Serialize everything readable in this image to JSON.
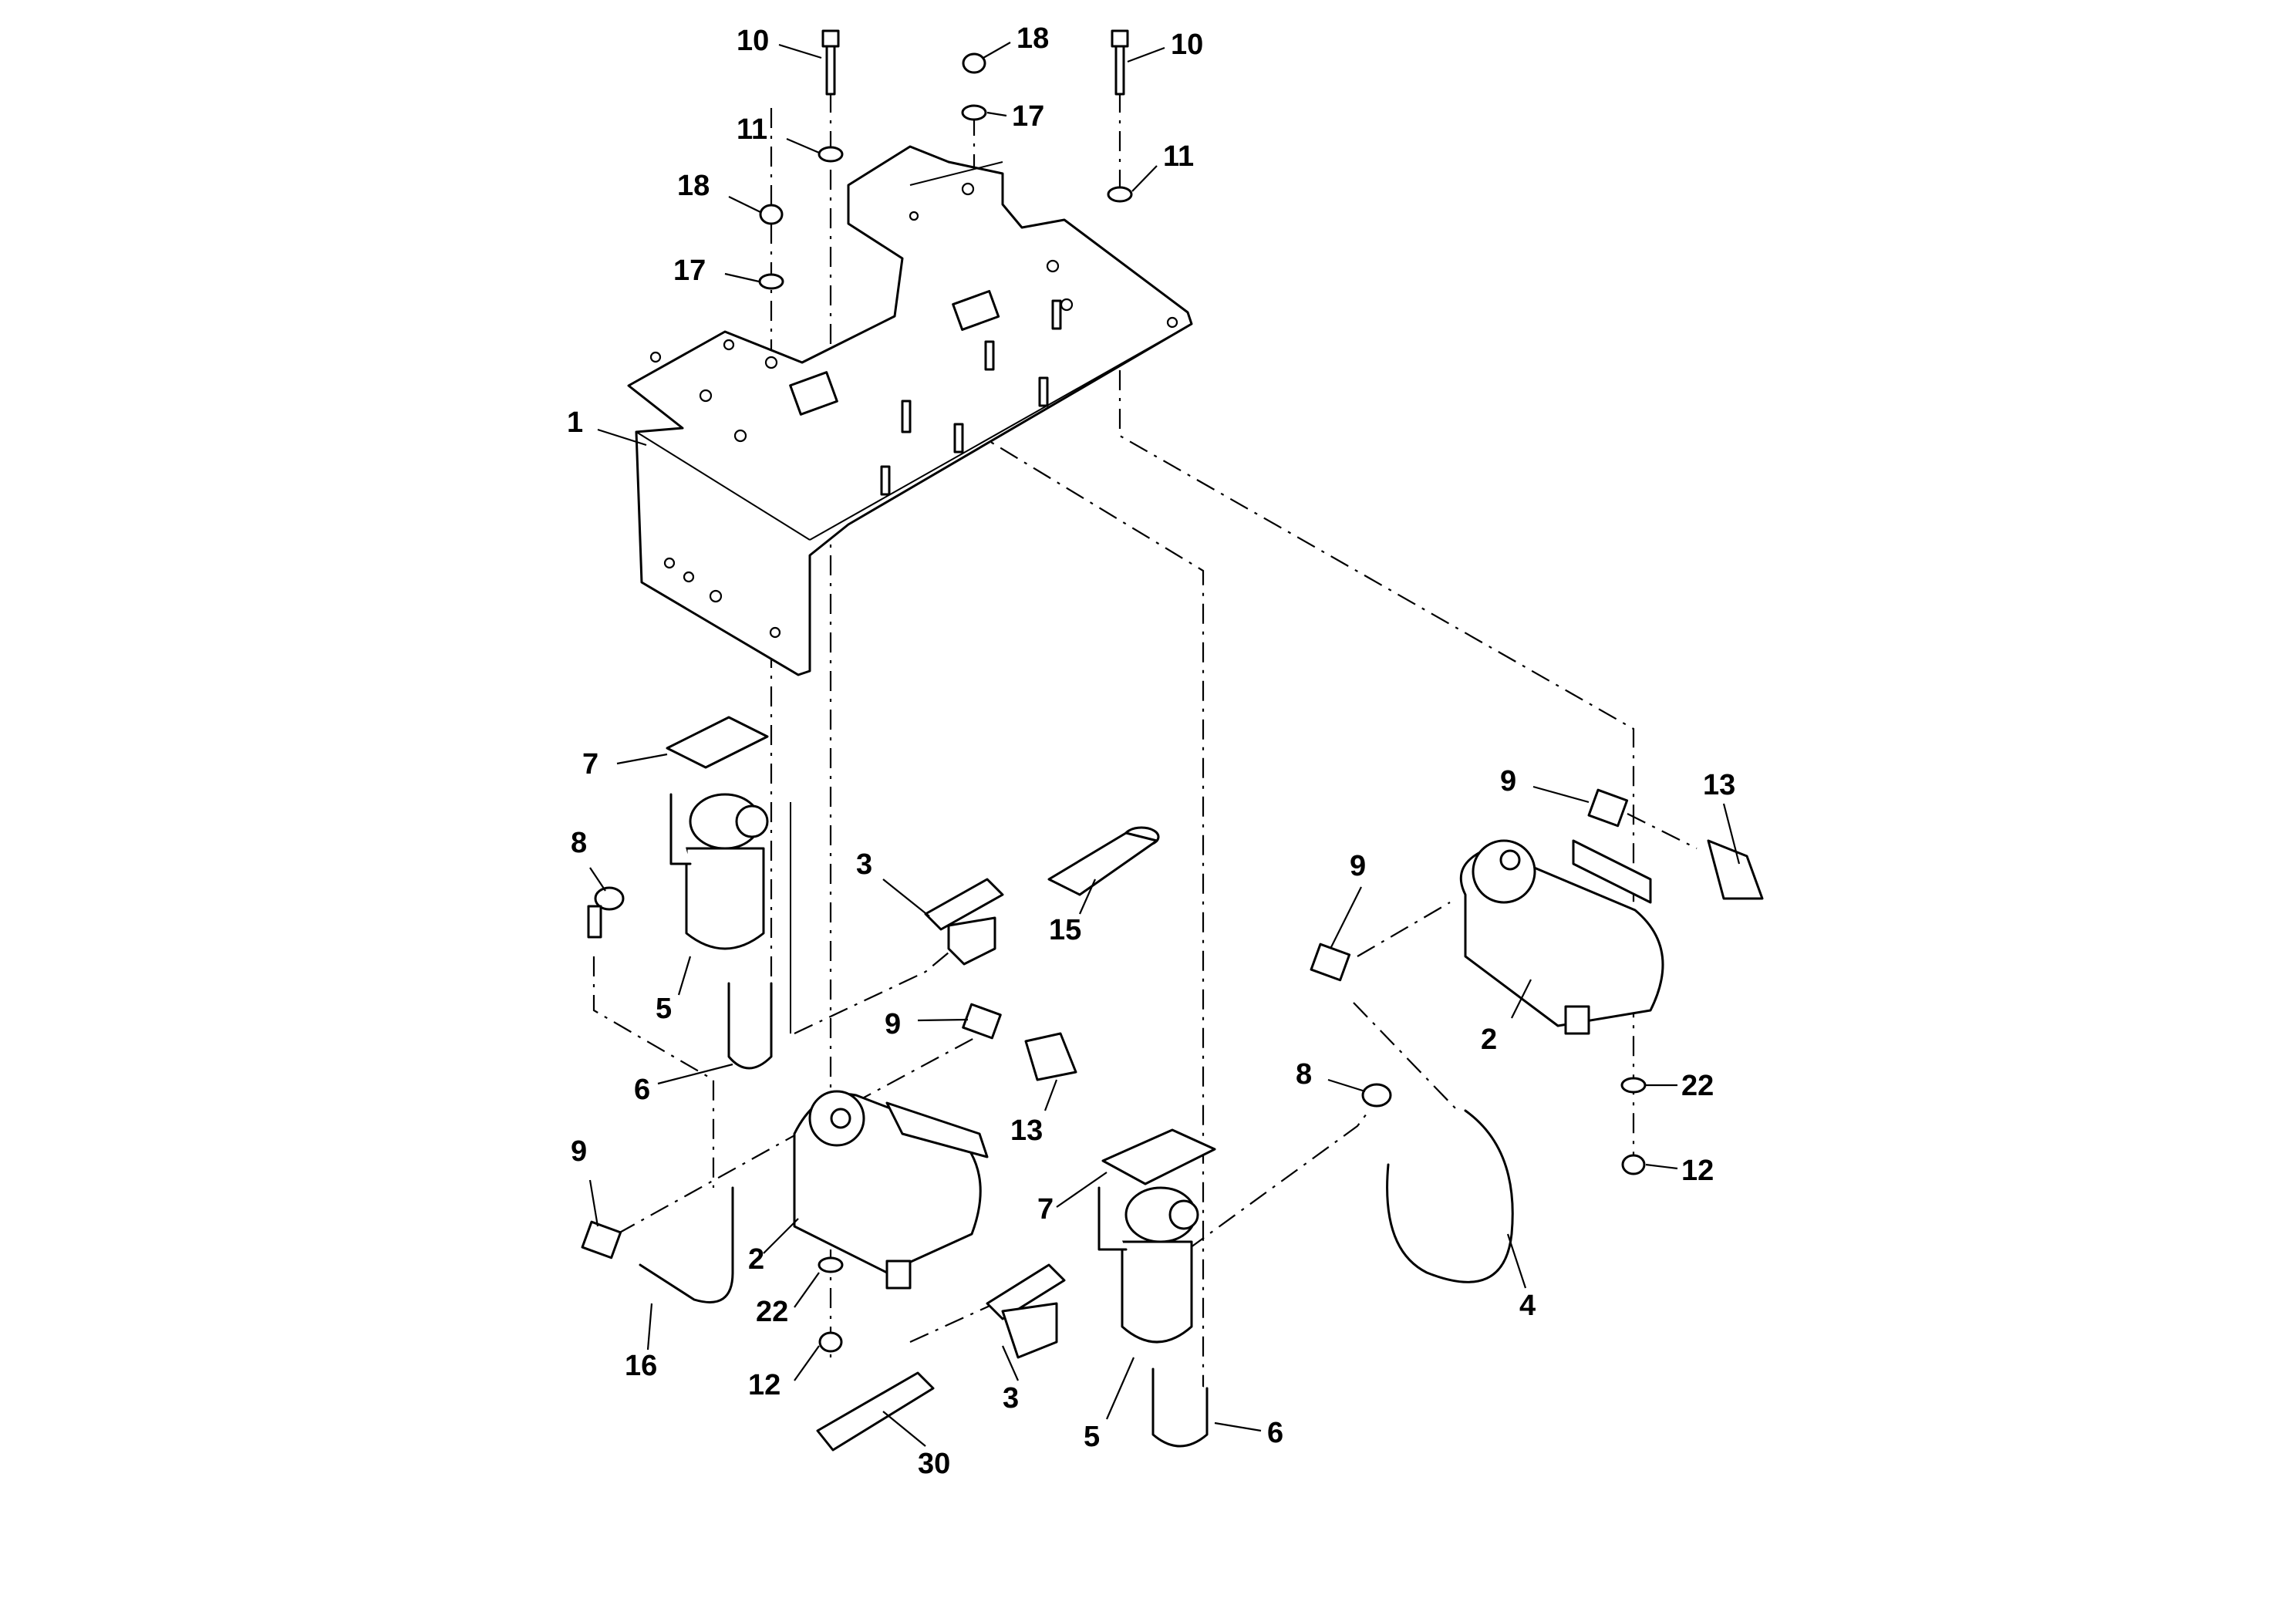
{
  "diagram": {
    "callouts": [
      {
        "id": "c-10-left",
        "text": "10"
      },
      {
        "id": "c-18-top",
        "text": "18"
      },
      {
        "id": "c-10-right",
        "text": "10"
      },
      {
        "id": "c-17-top",
        "text": "17"
      },
      {
        "id": "c-11-left",
        "text": "11"
      },
      {
        "id": "c-11-right",
        "text": "11"
      },
      {
        "id": "c-18-left",
        "text": "18"
      },
      {
        "id": "c-17-left",
        "text": "17"
      },
      {
        "id": "c-1",
        "text": "1"
      },
      {
        "id": "c-7-left",
        "text": "7"
      },
      {
        "id": "c-8-left",
        "text": "8"
      },
      {
        "id": "c-3-upper",
        "text": "3"
      },
      {
        "id": "c-15",
        "text": "15"
      },
      {
        "id": "c-5-left",
        "text": "5"
      },
      {
        "id": "c-9-mid",
        "text": "9"
      },
      {
        "id": "c-6-left",
        "text": "6"
      },
      {
        "id": "c-13-mid",
        "text": "13"
      },
      {
        "id": "c-9-left",
        "text": "9"
      },
      {
        "id": "c-2-left",
        "text": "2"
      },
      {
        "id": "c-22-left",
        "text": "22"
      },
      {
        "id": "c-16",
        "text": "16"
      },
      {
        "id": "c-12-left",
        "text": "12"
      },
      {
        "id": "c-3-lower",
        "text": "3"
      },
      {
        "id": "c-30",
        "text": "30"
      },
      {
        "id": "c-5-lower",
        "text": "5"
      },
      {
        "id": "c-6-lower",
        "text": "6"
      },
      {
        "id": "c-7-mid",
        "text": "7"
      },
      {
        "id": "c-8-right",
        "text": "8"
      },
      {
        "id": "c-4",
        "text": "4"
      },
      {
        "id": "c-9-right-upper",
        "text": "9"
      },
      {
        "id": "c-9-right-lower",
        "text": "9"
      },
      {
        "id": "c-13-right",
        "text": "13"
      },
      {
        "id": "c-2-right",
        "text": "2"
      },
      {
        "id": "c-22-right",
        "text": "22"
      },
      {
        "id": "c-12-right",
        "text": "12"
      }
    ]
  }
}
